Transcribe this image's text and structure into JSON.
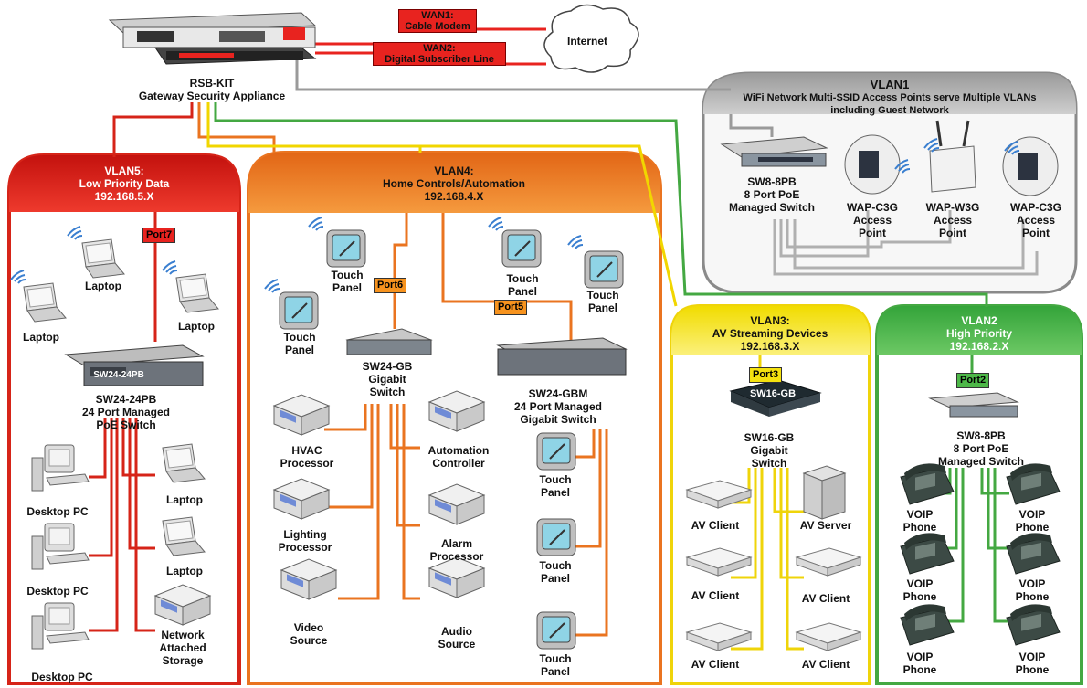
{
  "gateway": {
    "name": "RSB-KIT",
    "desc": "Gateway Security Appliance"
  },
  "wan1": {
    "title": "WAN1:",
    "sub": "Cable Modem"
  },
  "wan2": {
    "title": "WAN2:",
    "sub": "Digital Subscriber Line"
  },
  "internet": "Internet",
  "vlan1": {
    "title": "VLAN1",
    "desc1": "WiFi Network Multi-SSID Access Points serve Multiple VLANs",
    "desc2": "including Guest Network",
    "switch": [
      "SW8-8PB",
      "8 Port PoE",
      "Managed Switch"
    ],
    "ap1": [
      "WAP-C3G",
      "Access",
      "Point"
    ],
    "ap2": [
      "WAP-W3G",
      "Access",
      "Point"
    ],
    "ap3": [
      "WAP-C3G",
      "Access",
      "Point"
    ]
  },
  "vlan5": {
    "title": "VLAN5:",
    "sub": "Low Priority Data",
    "subnet": "192.168.5.X",
    "port": "Port7",
    "switch_badge": "SW24-24PB",
    "switch": [
      "SW24-24PB",
      "24 Port Managed",
      "PoE Switch"
    ],
    "laptop": "Laptop",
    "laptop_cut": "Laptop",
    "desktop": "Desktop PC",
    "nas": [
      "Network",
      "Attached",
      "Storage"
    ]
  },
  "vlan4": {
    "title": "VLAN4:",
    "sub": "Home Controls/Automation",
    "subnet": "192.168.4.X",
    "port6": "Port6",
    "port5": "Port5",
    "touch": [
      "Touch",
      "Panel"
    ],
    "sw_gb": [
      "SW24-GB",
      "Gigabit",
      "Switch"
    ],
    "sw_gbm": [
      "SW24-GBM",
      "24 Port Managed",
      "Gigabit Switch"
    ],
    "hvac": [
      "HVAC",
      "Processor"
    ],
    "lighting": [
      "Lighting",
      "Processor"
    ],
    "video": [
      "Video",
      "Source"
    ],
    "automation": [
      "Automation",
      "Controller"
    ],
    "alarm": [
      "Alarm",
      "Processor"
    ],
    "audio": [
      "Audio",
      "Source"
    ]
  },
  "vlan3": {
    "title": "VLAN3:",
    "sub": "AV Streaming Devices",
    "subnet": "192.168.3.X",
    "port": "Port3",
    "switch_badge": "SW16-GB",
    "switch": [
      "SW16-GB",
      "Gigabit",
      "Switch"
    ],
    "client": "AV Client",
    "server": "AV Server"
  },
  "vlan2": {
    "title": "VLAN2",
    "sub": "High Priority",
    "subnet": "192.168.2.X",
    "port": "Port2",
    "switch": [
      "SW8-8PB",
      "8 Port PoE",
      "Managed Switch"
    ],
    "phone": [
      "VOIP",
      "Phone"
    ]
  },
  "colors": {
    "red": "#e8231f",
    "orange": "#f07d22",
    "yellow": "#f5e20f",
    "green": "#4db848",
    "gray": "#a9a9a9"
  }
}
